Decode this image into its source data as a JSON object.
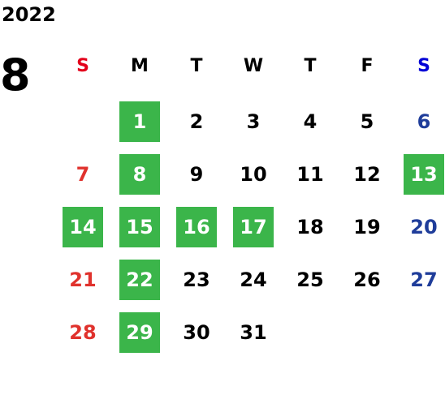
{
  "calendar": {
    "year": "2022",
    "month": "8",
    "weekdays": [
      "S",
      "M",
      "T",
      "W",
      "T",
      "F",
      "S"
    ],
    "weeks": [
      [
        "",
        "1",
        "2",
        "3",
        "4",
        "5",
        "6"
      ],
      [
        "7",
        "8",
        "9",
        "10",
        "11",
        "12",
        "13"
      ],
      [
        "14",
        "15",
        "16",
        "17",
        "18",
        "19",
        "20"
      ],
      [
        "21",
        "22",
        "23",
        "24",
        "25",
        "26",
        "27"
      ],
      [
        "28",
        "29",
        "30",
        "31",
        "",
        "",
        ""
      ]
    ],
    "highlighted_days": [
      "1",
      "8",
      "13",
      "14",
      "15",
      "16",
      "17",
      "22",
      "29"
    ],
    "colors": {
      "highlight": "#3bb54a",
      "sunday": "#e0322d",
      "saturday": "#1f3d9a"
    }
  }
}
